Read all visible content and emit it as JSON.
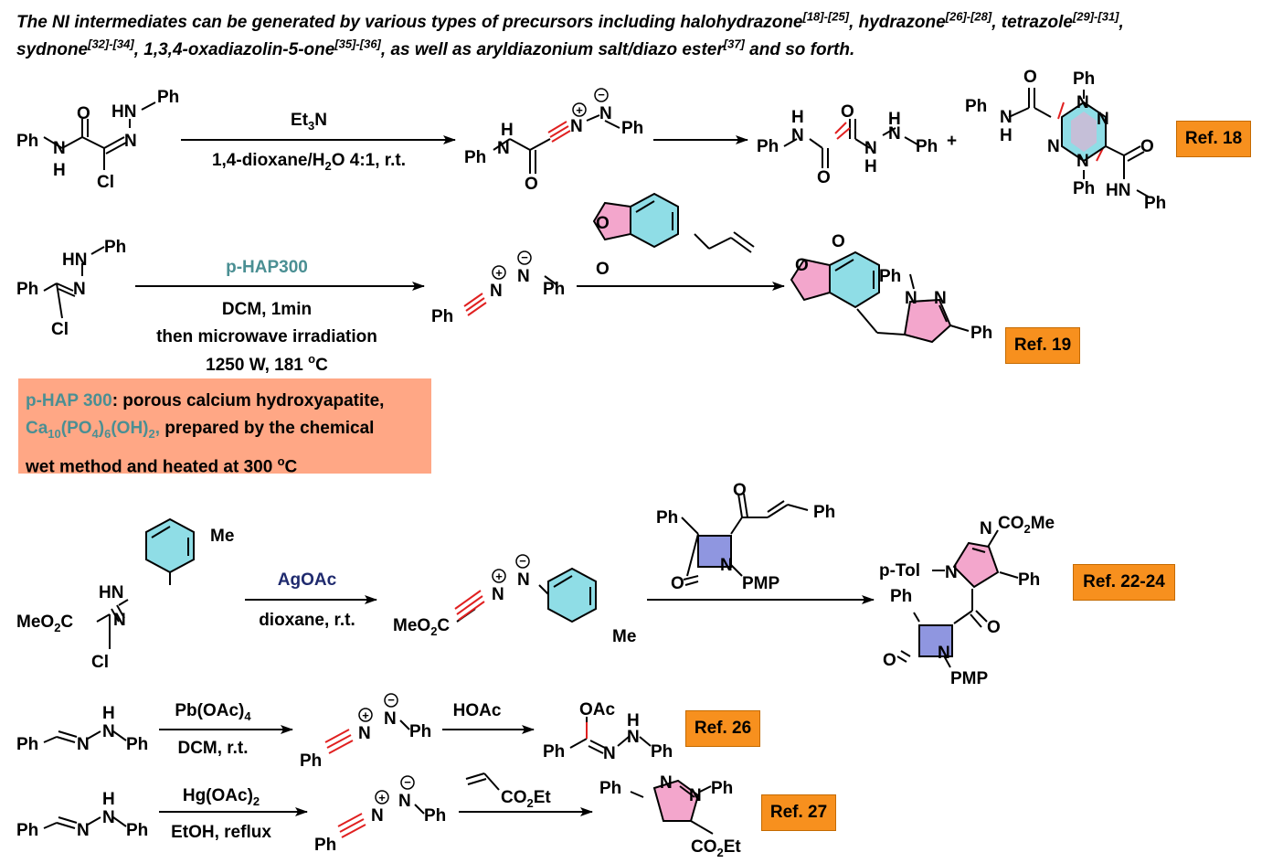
{
  "intro": {
    "t1": "The NI intermediates can be generated by various types of precursors including halohydrazone",
    "s1": "[18]-[25]",
    "t2": ", hydrazone",
    "s2": "[26]-[28]",
    "t3": ", tetrazole",
    "s3": "[29]-[31]",
    "t4": ",",
    "t5": "sydnone",
    "s5": "[32]-[34]",
    "t6": ", 1,3,4-oxadiazolin-5-one",
    "s6": "[35]-[36]",
    "t7": ", as well as aryldiazonium salt/diazo ester",
    "s7": "[37]",
    "t8": " and so forth."
  },
  "note": {
    "hl1": "p-HAP 300",
    "t1": ": porous calcium hydroxyapatite,",
    "ca_a": "Ca",
    "ca_10": "10",
    "ca_b": "(PO",
    "ca_4": "4",
    "ca_c": ")",
    "ca_6": "6",
    "ca_d": "(OH)",
    "ca_2": "2",
    "ca_e": ",",
    "t2": " prepared by the chemical",
    "t3": "wet method and heated at 300 ",
    "deg": "o",
    "t4": "C"
  },
  "refs": {
    "r18": "Ref. 18",
    "r19": "Ref. 19",
    "r22": "Ref. 22-24",
    "r26": "Ref. 26",
    "r27": "Ref. 27"
  },
  "conditions": {
    "r1_top_a": "Et",
    "r1_top_sub": "3",
    "r1_top_b": "N",
    "r1_bot_a": "1,4-dioxane/H",
    "r1_bot_sub": "2",
    "r1_bot_b": "O 4:1, r.t.",
    "r2_top": "p-HAP300",
    "r2_l1": "DCM, 1min",
    "r2_l2": "then microwave irradiation",
    "r2_l3a": "1250 W, 181 ",
    "r2_l3deg": "o",
    "r2_l3b": "C",
    "r3_top": "AgOAc",
    "r3_bot": "dioxane, r.t.",
    "r4_top_a": "Pb(OAc)",
    "r4_top_sub": "4",
    "r4_bot": "DCM, r.t.",
    "r4b_top": "HOAc",
    "r5_top_a": "Hg(OAc)",
    "r5_top_sub": "2",
    "r5_bot": "EtOH, reflux"
  },
  "atoms": {
    "ph": "Ph",
    "o": "O",
    "n": "N",
    "h": "H",
    "cl": "Cl",
    "hn": "HN",
    "me": "Me",
    "meo2c_a": "MeO",
    "meo2c_sub": "2",
    "meo2c_b": "C",
    "co2me_a": "CO",
    "co2me_sub": "2",
    "co2me_b": "Me",
    "co2et_a": "CO",
    "co2et_sub": "2",
    "co2et_b": "Et",
    "ptol": "p-Tol",
    "pmp": "PMP",
    "oac": "OAc",
    "plus": "+",
    "plus_sign": "+",
    "minus": "−"
  },
  "colors": {
    "cyan_ring": "#8fdde6",
    "pink_ring": "#f3a6cc",
    "blue_ring": "#8f96e0",
    "red_bond": "#e02020",
    "teal_text": "#4a8f93",
    "note_bg": "#ffa785",
    "ref_bg": "#f7901e"
  }
}
